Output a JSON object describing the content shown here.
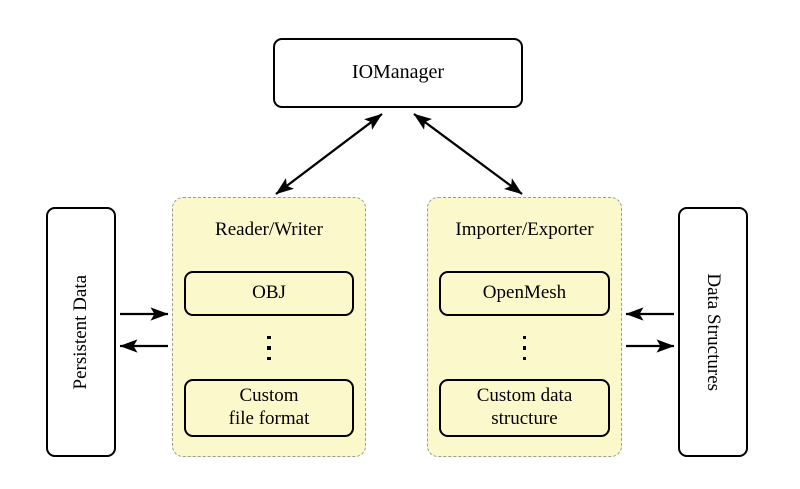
{
  "diagram": {
    "title_node": {
      "label": "IOManager"
    },
    "side_nodes": {
      "left": {
        "label": "Persistent Data",
        "orientation": "rotated-bottom-to-top"
      },
      "right": {
        "label": "Data Structures",
        "orientation": "rotated-top-to-bottom"
      }
    },
    "groups": [
      {
        "name": "reader-writer",
        "title": "Reader/Writer",
        "items": [
          {
            "label": "OBJ"
          },
          {
            "label": "Custom\nfile format",
            "line1": "Custom",
            "line2": "file format"
          }
        ],
        "ellipsis": "⋮"
      },
      {
        "name": "importer-exporter",
        "title": "Importer/Exporter",
        "items": [
          {
            "label": "OpenMesh"
          },
          {
            "label": "Custom data\nstructure",
            "line1": "Custom data",
            "line2": "structure"
          }
        ],
        "ellipsis": "⋮"
      }
    ],
    "connectors": [
      {
        "name": "manager-to-reader-writer",
        "from": "IOManager",
        "to": "Reader/Writer",
        "style": "double-headed-diagonal"
      },
      {
        "name": "manager-to-importer-exporter",
        "from": "IOManager",
        "to": "Importer/Exporter",
        "style": "double-headed-diagonal"
      },
      {
        "name": "persistent-data-to-reader-writer",
        "from": "Persistent Data",
        "to": "Reader/Writer",
        "style": "single-headed-right"
      },
      {
        "name": "reader-writer-to-persistent-data",
        "from": "Reader/Writer",
        "to": "Persistent Data",
        "style": "single-headed-left"
      },
      {
        "name": "data-structures-to-importer-exporter",
        "from": "Data Structures",
        "to": "Importer/Exporter",
        "style": "single-headed-left"
      },
      {
        "name": "importer-exporter-to-data-structures",
        "from": "Importer/Exporter",
        "to": "Data Structures",
        "style": "single-headed-right"
      }
    ],
    "colors": {
      "panel_fill": "#fbf8cc",
      "panel_border": "#9a9a9a",
      "node_border": "#000000",
      "background": "#ffffff",
      "text": "#000000"
    }
  }
}
